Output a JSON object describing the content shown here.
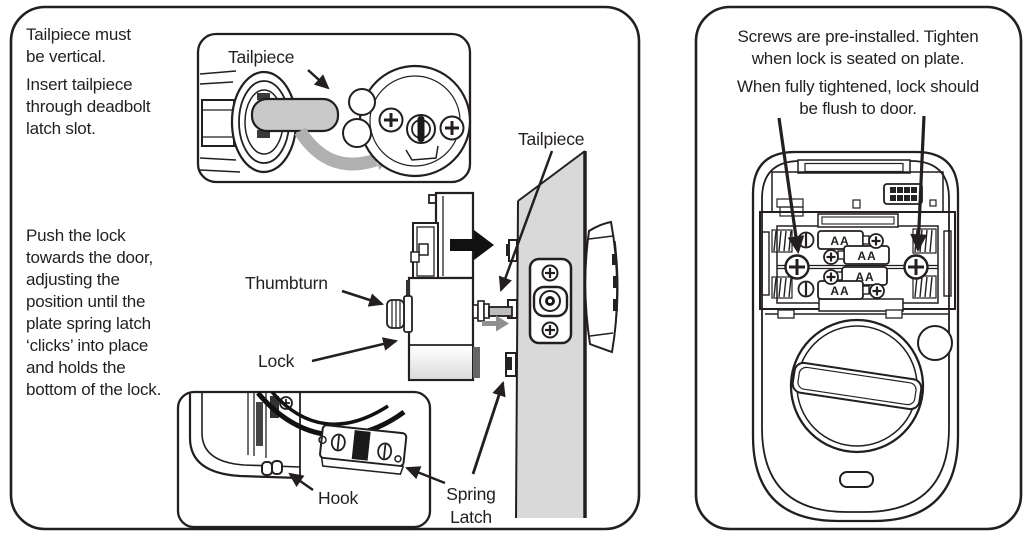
{
  "colors": {
    "line": "#231f20",
    "door_fill": "#d9d9d9",
    "tailpiece_fill": "#c9c9c9",
    "gray_arrow": "#a9a9a9",
    "background": "#ffffff"
  },
  "left_panel": {
    "para1": [
      "Tailpiece must",
      "be vertical."
    ],
    "para2": [
      "Insert tailpiece",
      "through deadbolt",
      "latch slot."
    ],
    "para3": [
      "Push the lock",
      "towards the door,",
      "adjusting the",
      "position until the",
      "plate spring latch",
      "‘clicks’ into place",
      "and holds the",
      "bottom of the lock."
    ],
    "inset_label": "Tailpiece",
    "door_label": "Tailpiece",
    "thumbturn_label": "Thumbturn",
    "lock_label": "Lock",
    "hook_label": "Hook",
    "spring_latch_label": [
      "Spring",
      "Latch"
    ]
  },
  "right_panel": {
    "para1": [
      "Screws are pre-installed. Tighten",
      "when lock is seated on plate."
    ],
    "para2": [
      "When fully tightened, lock should",
      "be flush to door."
    ],
    "battery_labels": [
      "AA",
      "AA",
      "AA",
      "AA"
    ]
  }
}
